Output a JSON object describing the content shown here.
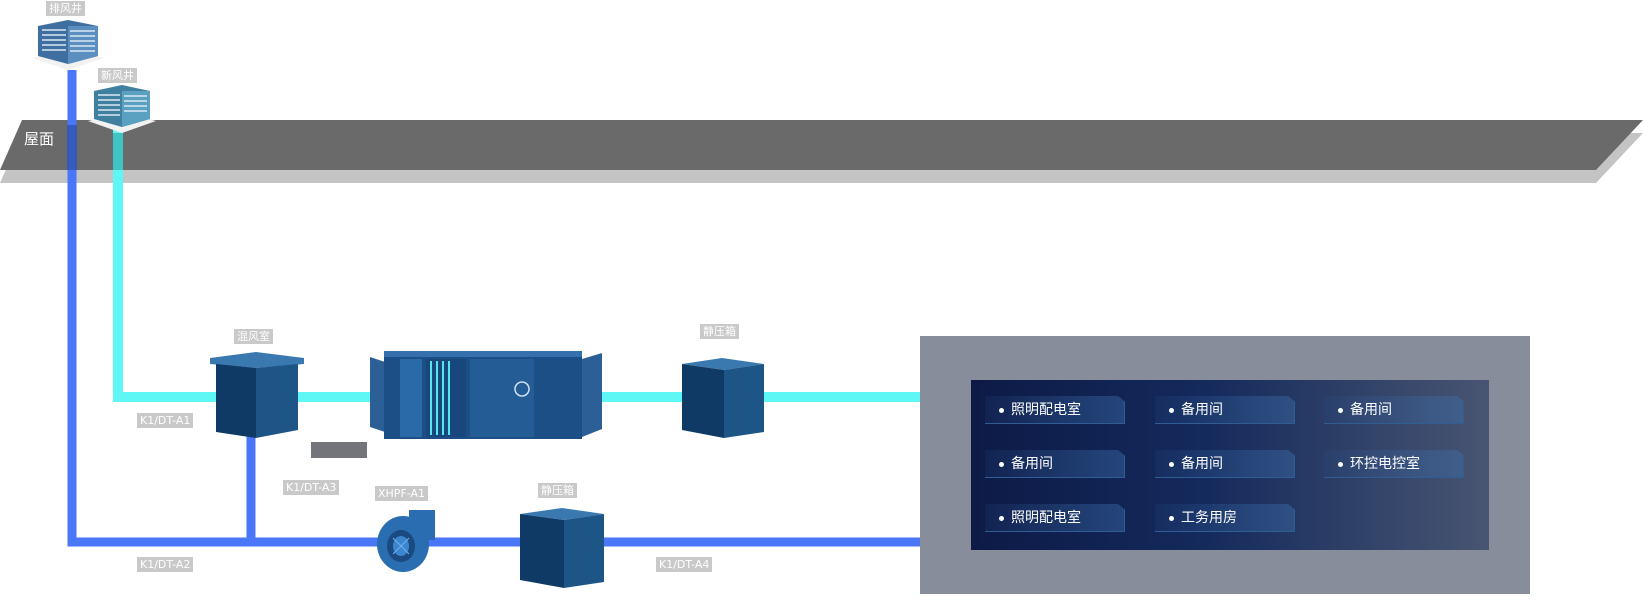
{
  "diagram": {
    "roof_label": "屋面",
    "equipment": {
      "exhaust_shaft": "排风井",
      "fresh_shaft": "新风井",
      "mixing_room": "混风室",
      "plenum_top": "静压箱",
      "plenum_bottom": "静压箱",
      "fan": "XHPF-A1"
    },
    "duct_labels": {
      "a1": "K1/DT-A1",
      "a2": "K1/DT-A2",
      "a3": "K1/DT-A3",
      "a4": "K1/DT-A4"
    },
    "rooms": [
      "照明配电室",
      "备用间",
      "备用间",
      "备用间",
      "备用间",
      "环控电控室",
      "照明配电室",
      "工务用房"
    ],
    "colors": {
      "fresh_air_duct": "#5ff6f6",
      "exhaust_duct": "#4a76f8",
      "roof_slab": "#6a6a6a",
      "equipment_blue": "#1e5587",
      "room_panel": "#888d9c"
    }
  }
}
